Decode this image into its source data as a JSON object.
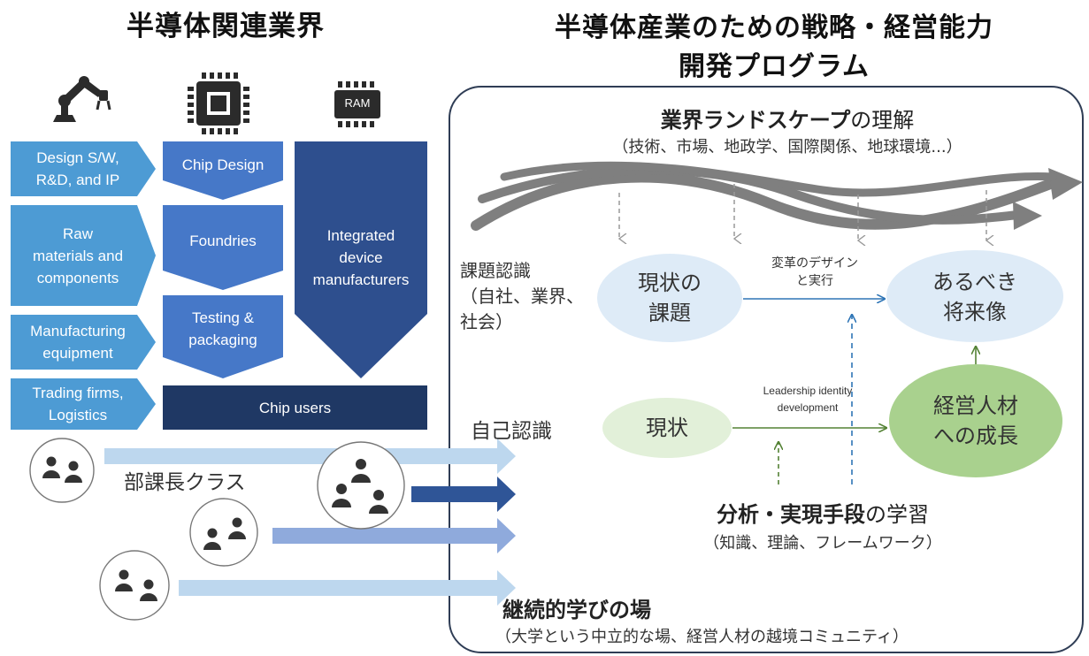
{
  "left": {
    "title": "半導体関連業界",
    "icons": {
      "robot": "robot-arm-icon",
      "chip": "chip-icon",
      "ram": "RAM"
    },
    "col1": [
      "Design S/W,\nR&D, and IP",
      "Raw\nmaterials and\ncomponents",
      "Manufacturing\nequipment",
      "Trading firms,\nLogistics"
    ],
    "col2": [
      "Chip Design",
      "Foundries",
      "Testing &\npackaging"
    ],
    "col3": "Integrated\ndevice\nmanufacturers",
    "chip_users": "Chip users",
    "class_label": "部課長クラス"
  },
  "right": {
    "title_line1": "半導体産業のための戦略・経営能力",
    "title_line2": "開発プログラム",
    "landscape_bold": "業界ランドスケープ",
    "landscape_rest": "の理解",
    "landscape_sub": "（技術、市場、地政学、国際関係、地球環境...）",
    "issue_label": "課題認識\n（自社、業界、\n社会）",
    "self_label": "自己認識",
    "current_issues": "現状の\n課題",
    "future_image": "あるべき\n将来像",
    "current_state": "現状",
    "growth": "経営人材\nへの成長",
    "transform": "変革のデザイン\nと実行",
    "leadership": "Leadership identity\ndevelopment",
    "analysis_bold": "分析・実現手段",
    "analysis_rest": "の学習",
    "analysis_sub": "（知識、理論、フレームワーク）",
    "continuous_bold": "継続的学びの場",
    "continuous_sub": "（大学という中立的な場、経営人材の越境コミュニティ）"
  },
  "colors": {
    "light_blue": "#4d9bd4",
    "mid_blue": "#4678c8",
    "dark_blue": "#2e4f8e",
    "navy": "#1f3864",
    "arrow_light": "#bdd7ee",
    "arrow_mid": "#8faadc",
    "arrow_dark": "#2f5597",
    "ellipse_blue": "#deebf7",
    "ellipse_green_light": "#e2f0d9",
    "ellipse_green": "#a9d18e",
    "band_gray": "#7f7f7f"
  }
}
